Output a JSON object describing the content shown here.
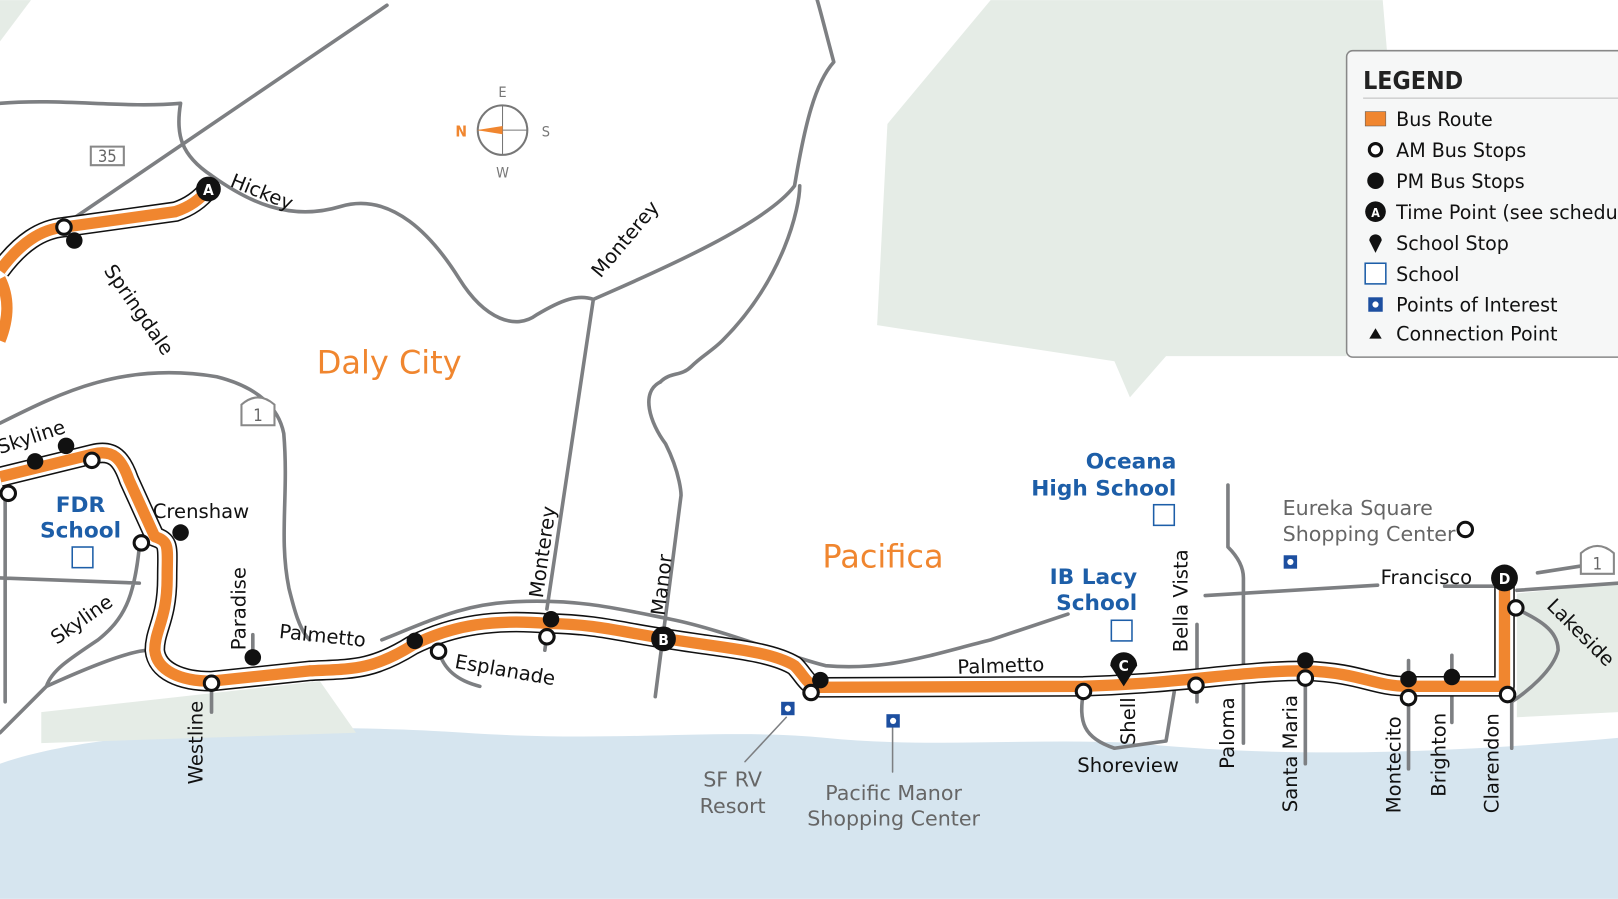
{
  "cities": {
    "daly_city": "Daly City",
    "pacifica": "Pacifica"
  },
  "compass": {
    "n": "N",
    "e": "E",
    "s": "S",
    "w": "W"
  },
  "highways": {
    "h35": "35",
    "h1a": "1",
    "h1b": "1"
  },
  "streets": {
    "hickey": "Hickey",
    "springdale": "Springdale",
    "monterey_top": "Monterey",
    "skyline_top": "Skyline",
    "crenshaw": "Crenshaw",
    "skyline": "Skyline",
    "paradise": "Paradise",
    "palmetto_w": "Palmetto",
    "westline": "Westline",
    "esplanade": "Esplanade",
    "monterey": "Monterey",
    "manor": "Manor",
    "palmetto_e": "Palmetto",
    "shell": "Shell",
    "shoreview": "Shoreview",
    "bella_vista": "Bella Vista",
    "paloma": "Paloma",
    "santa_maria": "Santa Maria",
    "montecito": "Montecito",
    "brighton": "Brighton",
    "clarendon": "Clarendon",
    "francisco": "Francisco",
    "lakeside": "Lakeside"
  },
  "schools": {
    "fdr": [
      "FDR",
      "School"
    ],
    "oceana": [
      "Oceana",
      "High School"
    ],
    "ib_lacy": [
      "IB Lacy",
      "School"
    ]
  },
  "pois": {
    "sf_rv": [
      "SF RV",
      "Resort"
    ],
    "pacific_manor": [
      "Pacific Manor",
      "Shopping Center"
    ],
    "eureka": [
      "Eureka Square",
      "Shopping Center"
    ]
  },
  "time_points": [
    "A",
    "B",
    "C",
    "D"
  ],
  "legend": {
    "title": "LEGEND",
    "items": [
      "Bus Route",
      "AM Bus Stops",
      "PM Bus Stops",
      "Time Point (see schedule)",
      "School Stop",
      "School",
      "Points of Interest",
      "Connection Point"
    ]
  },
  "colors": {
    "route": "#f0862f",
    "school": "#1d5ea8",
    "water": "#d6e5ef",
    "park": "#e5ece6",
    "road": "#7d7f82"
  }
}
